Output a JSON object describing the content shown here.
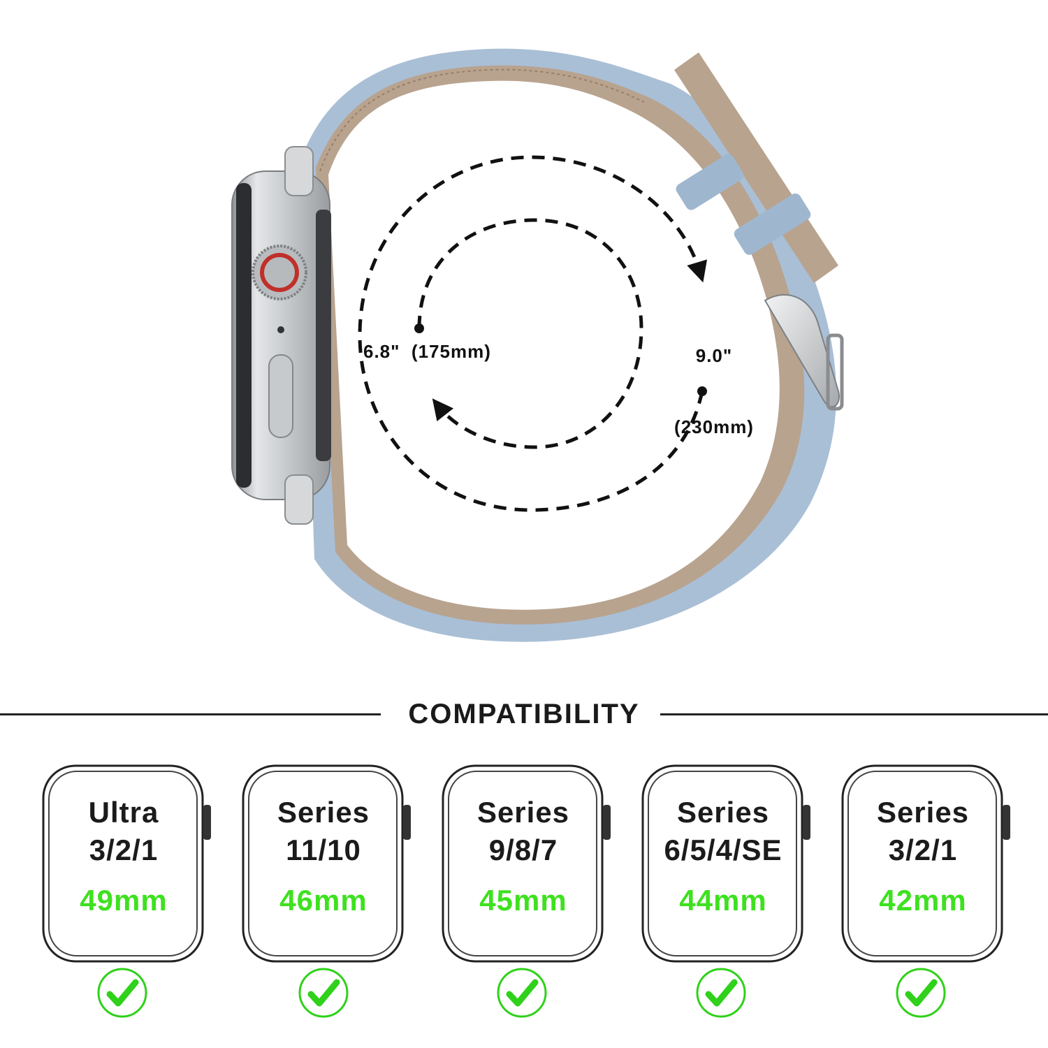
{
  "band": {
    "outer_length_inch": "9.0\"",
    "outer_length_mm": "(230mm)",
    "inner_length": "6.8\"  (175mm)",
    "colors": {
      "strap": "#a9bfd6",
      "lining": "#b8a38f",
      "case": "#c9cbcd",
      "crown_accent": "#c0302a"
    }
  },
  "compatibility": {
    "title": "COMPATIBILITY",
    "models": [
      {
        "line1": "Ultra",
        "line2": "3/2/1",
        "size": "49mm"
      },
      {
        "line1": "Series",
        "line2": "11/10",
        "size": "46mm"
      },
      {
        "line1": "Series",
        "line2": "9/8/7",
        "size": "45mm"
      },
      {
        "line1": "Series",
        "line2": "6/5/4/SE",
        "size": "44mm"
      },
      {
        "line1": "Series",
        "line2": "3/2/1",
        "size": "42mm"
      }
    ],
    "check_icon": "green-check-circle",
    "size_color": "#3ee11f"
  }
}
